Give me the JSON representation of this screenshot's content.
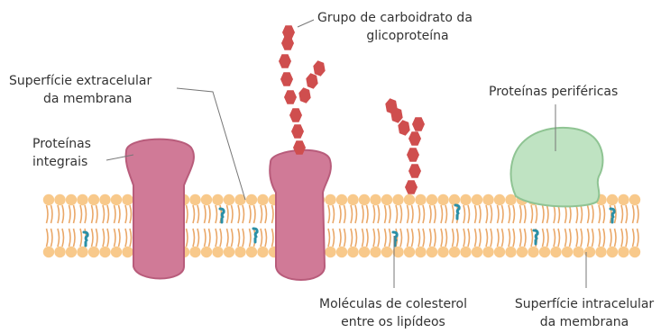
{
  "labels": {
    "carb": {
      "line1": "Grupo de carboidrato da",
      "line2": "glicoproteína"
    },
    "extra": {
      "line1": "Superfície extracelular",
      "line2": "da membrana"
    },
    "integral": {
      "line1": "Proteínas",
      "line2": "integrais"
    },
    "peripheral": "Proteínas periféricas",
    "chol": {
      "line1": "Moléculas de colesterol",
      "line2": "entre os lipídeos"
    },
    "intra": {
      "line1": "Superfície intracelular",
      "line2": "da membrana"
    }
  },
  "colors": {
    "lipid_head": "#f8c98b",
    "lipid_tail": "#eaa869",
    "integral_protein": "#d07a97",
    "integral_protein_dark": "#b85c7b",
    "carbohydrate": "#cf4e4e",
    "peripheral_protein": "#bfe3c2",
    "peripheral_edge": "#8fc493",
    "cholesterol": "#2a8fa6",
    "leader_line": "#777777"
  }
}
